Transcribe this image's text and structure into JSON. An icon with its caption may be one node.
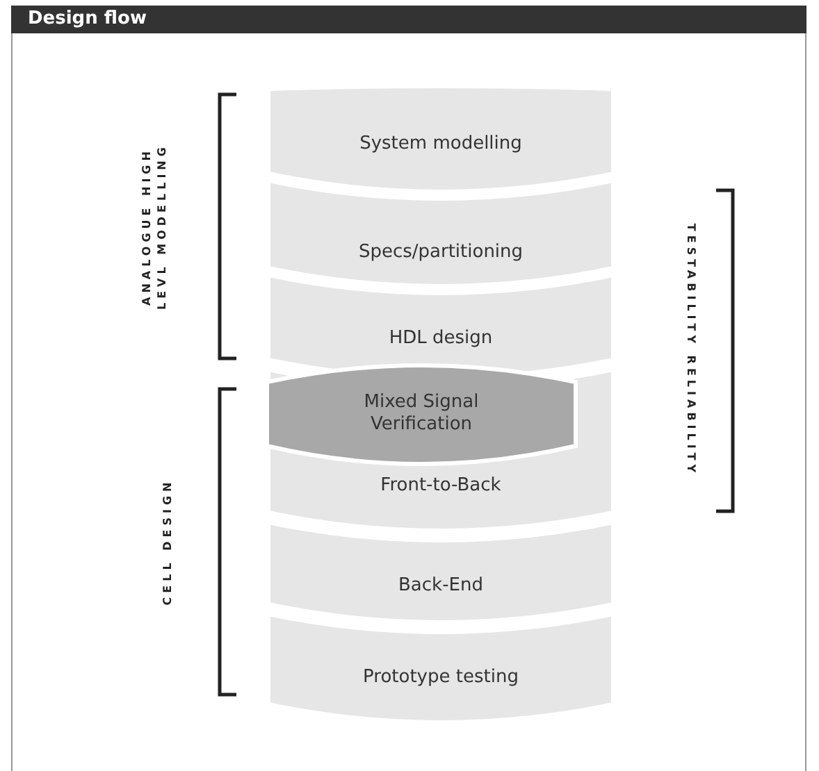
{
  "diagram": {
    "title": "Design flow",
    "nodes": [
      {
        "text": [
          "System modelling"
        ]
      },
      {
        "text": [
          "Specs/partitioning"
        ]
      },
      {
        "text": [
          "HDL design"
        ]
      },
      {
        "text": [
          "Mixed Signal Verification"
        ]
      },
      {
        "text": [
          "Front-to-Back"
        ]
      },
      {
        "text": [
          "Back-End"
        ]
      },
      {
        "text": [
          "Prototype testing"
        ]
      }
    ],
    "edges": [],
    "labels": [
      "ANALOGUE HIGH LEVL MODELLING",
      "CELL DESIGN",
      "TESTABILITY RELIABILITY"
    ]
  }
}
